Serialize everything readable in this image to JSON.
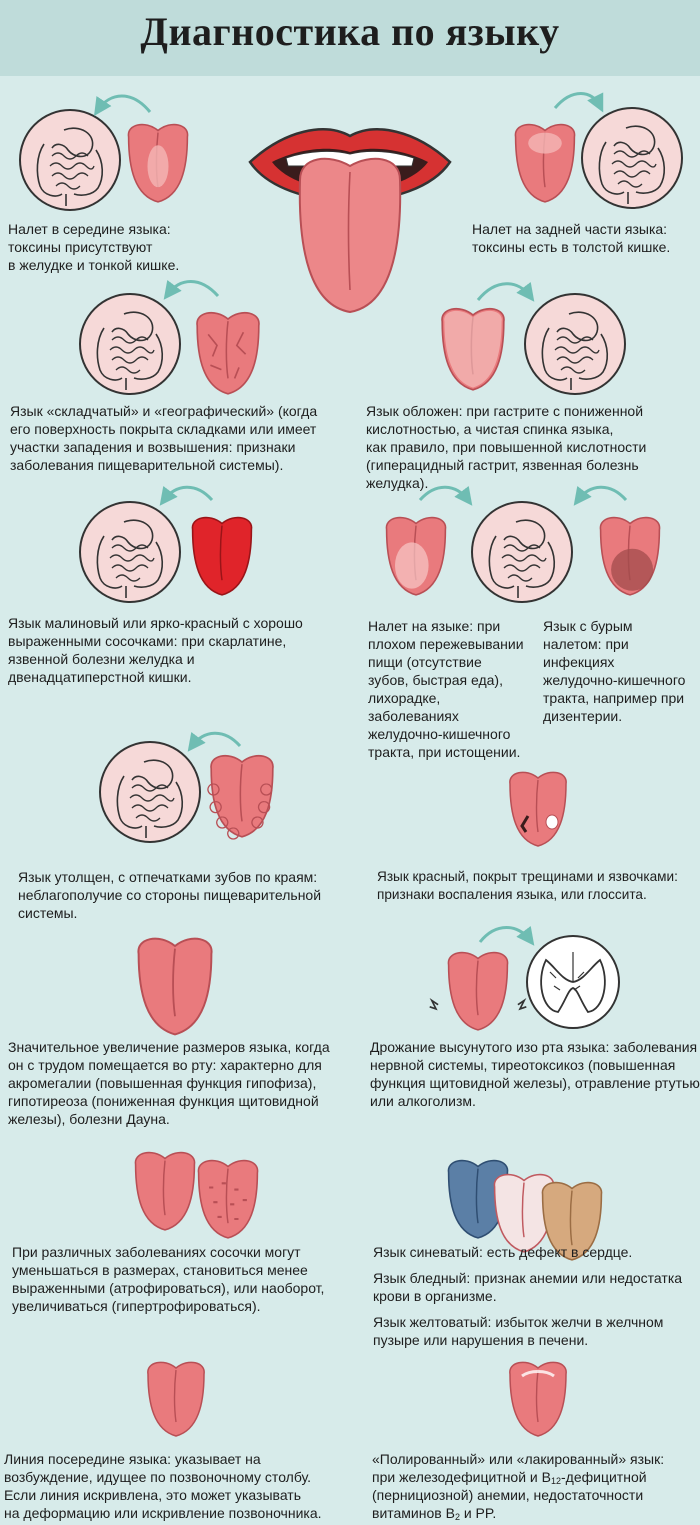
{
  "title": "Диагностика по языку",
  "colors": {
    "background": "#d7ebea",
    "header": "#bfdcda",
    "tongue": "#e97a7d",
    "tongue_bright": "#e0242a",
    "circle": "#f6d9d8",
    "arrow": "#6fbdb3"
  },
  "items": [
    {
      "lines": [
        "Налет в середине языка:",
        "токсины присутствуют",
        "в желудке и тонкой кишке."
      ]
    },
    {
      "lines": [
        "Налет на задней части языка:",
        "токсины есть в толстой кишке."
      ]
    },
    {
      "lines": [
        "Язык «складчатый» и «географический» (когда",
        "его поверхность покрыта складками или имеет",
        "участки западения и возвышения: признаки",
        "заболевания пищеварительной системы)."
      ]
    },
    {
      "lines": [
        "Язык обложен: при гастрите с пониженной",
        "кислотностью, а чистая спинка языка,",
        "как правило, при повышенной кислотности",
        "(гиперацидный гастрит, язвенная болезнь",
        "желудка)."
      ]
    },
    {
      "lines": [
        "Язык малиновый или ярко-красный с хорошо",
        "выраженными сосочками: при скарлатине,",
        "язвенной болезни желудка и",
        "двенадцатиперстной кишки."
      ]
    },
    {
      "lines": [
        "Налет на языке: при",
        "плохом пережевывании",
        "пищи (отсутствие",
        "зубов, быстрая еда),",
        "лихорадке,",
        "заболеваниях",
        "желудочно-кишечного",
        "тракта, при истощении."
      ]
    },
    {
      "lines": [
        "Язык с бурым",
        "налетом: при",
        "инфекциях",
        "желудочно-кишечного",
        "тракта, например при",
        "дизентерии."
      ]
    },
    {
      "lines": [
        "Язык утолщен, с отпечатками зубов по краям:",
        "неблагополучие со стороны пищеварительной",
        "системы."
      ]
    },
    {
      "lines": [
        "Язык красный, покрыт трещинами и язвочками:",
        "признаки воспаления языка, или глоссита."
      ]
    },
    {
      "lines": [
        "Значительное увеличение размеров языка, когда",
        "он с трудом помещается во рту: характерно для",
        "акромегалии (повышенная функция гипофиза),",
        "гипотиреоза (пониженная функция щитовидной",
        "железы), болезни Дауна."
      ]
    },
    {
      "lines": [
        "Дрожание высунутого изо рта языка: заболевания",
        "нервной системы, тиреотоксикоз (повышенная",
        "функция щитовидной железы), отравление ртутью",
        "или алкоголизм."
      ]
    },
    {
      "lines": [
        "При различных заболеваниях сосочки могут",
        "уменьшаться в размерах, становиться менее",
        "выраженными (атрофироваться), или наоборот,",
        "увеличиваться (гипертрофироваться)."
      ]
    },
    {
      "lines": [
        "Язык синеватый: есть дефект в сердце."
      ]
    },
    {
      "lines": [
        "Язык бледный: признак анемии или недостатка",
        "крови в организме."
      ]
    },
    {
      "lines": [
        "Язык желтоватый: избыток желчи в желчном",
        "пузыре или нарушения в печени."
      ]
    },
    {
      "lines": [
        "Линия посередине языка: указывает на",
        "возбуждение, идущее по позвоночному столбу.",
        "Если линия искривлена, это может указывать",
        "на деформацию или искривление позвоночника."
      ]
    }
  ],
  "last": {
    "line1": "«Полированный» или «лакированный» язык:",
    "line2_pre": "при железодефицитной и B",
    "line2_sub": "12",
    "line2_post": "-дефицитной",
    "line3": "(пернициозной) анемии, недостаточности",
    "line4_pre": "витаминов B",
    "line4_sub": "2",
    "line4_post": " и PP."
  }
}
